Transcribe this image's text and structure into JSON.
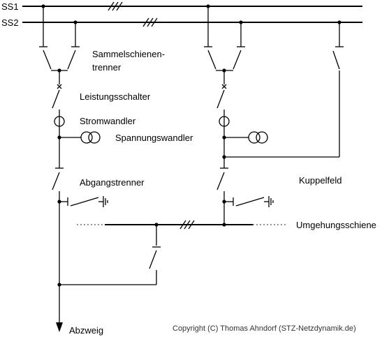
{
  "labels": {
    "ss1": "SS1",
    "ss2": "SS2",
    "sammelschienentrenner_1": "Sammelschienen-",
    "sammelschienentrenner_2": "trenner",
    "leistungsschalter": "Leistungsschalter",
    "stromwandler": "Stromwandler",
    "spannungswandler": "Spannungswandler",
    "abgangstrenner": "Abgangstrenner",
    "kuppelfeld": "Kuppelfeld",
    "umgehungsschiene": "Umgehungsschiene",
    "abzweig": "Abzweig",
    "copyright": "Copyright (C) Thomas Ahndorf (STZ-Netzdynamik.de)"
  },
  "colors": {
    "line": "#000000",
    "dotted": "#555555"
  }
}
